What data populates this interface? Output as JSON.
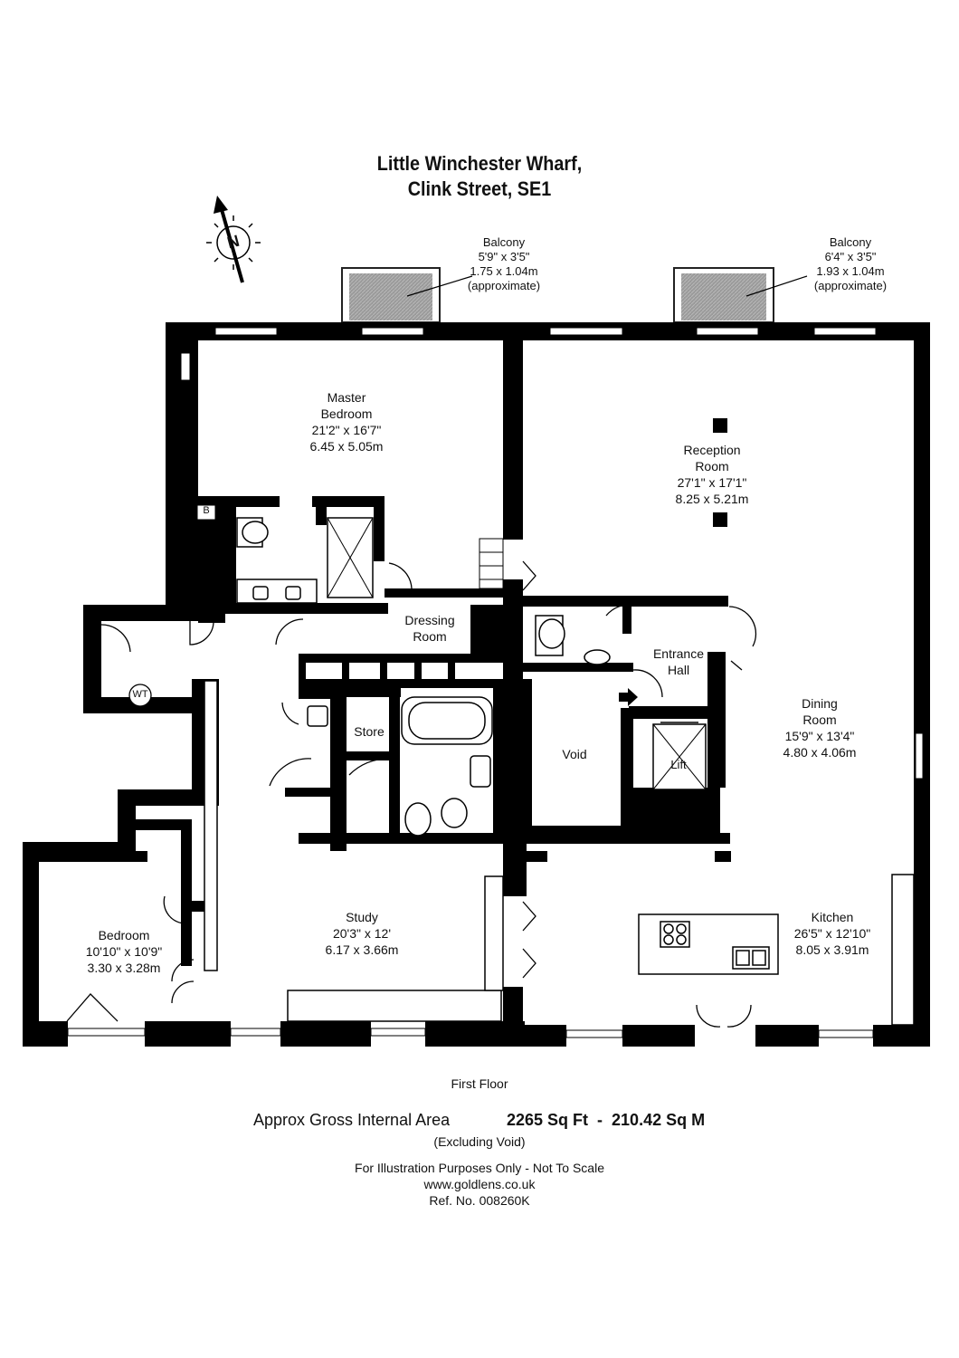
{
  "title": {
    "line1": "Little Winchester Wharf,",
    "line2": "Clink Street, SE1"
  },
  "compass": {
    "letter": "N",
    "icon": "north-arrow-icon"
  },
  "balconies": [
    {
      "name": "Balcony",
      "imperial": "5'9\" x 3'5\"",
      "metric": "1.75 x 1.04m",
      "note": "(approximate)"
    },
    {
      "name": "Balcony",
      "imperial": "6'4\" x 3'5\"",
      "metric": "1.93 x 1.04m",
      "note": "(approximate)"
    }
  ],
  "rooms": {
    "master_bedroom": {
      "name1": "Master",
      "name2": "Bedroom",
      "imperial": "21'2\" x 16'7\"",
      "metric": "6.45 x 5.05m"
    },
    "reception_room": {
      "name1": "Reception",
      "name2": "Room",
      "imperial": "27'1\" x 17'1\"",
      "metric": "8.25 x 5.21m"
    },
    "dining_room": {
      "name1": "Dining",
      "name2": "Room",
      "imperial": "15'9\" x 13'4\"",
      "metric": "4.80 x 4.06m"
    },
    "kitchen": {
      "name": "Kitchen",
      "imperial": "26'5\" x 12'10\"",
      "metric": "8.05 x 3.91m"
    },
    "study": {
      "name": "Study",
      "imperial": "20'3\" x 12'",
      "metric": "6.17 x 3.66m"
    },
    "bedroom": {
      "name": "Bedroom",
      "imperial": "10'10\" x 10'9\"",
      "metric": "3.30 x 3.28m"
    },
    "dressing_room": {
      "name1": "Dressing",
      "name2": "Room"
    },
    "entrance_hall": {
      "name1": "Entrance",
      "name2": "Hall"
    },
    "store": {
      "name": "Store"
    },
    "void": {
      "name": "Void"
    },
    "lift": {
      "name": "Lift"
    },
    "wc": {
      "name": "WT"
    },
    "boiler": {
      "name": "B"
    }
  },
  "footer": {
    "floor": "First Floor",
    "area_label": "Approx Gross Internal Area",
    "area_value": "2265 Sq Ft  -  210.42 Sq M",
    "area_note": "(Excluding Void)",
    "disclaimer": "For Illustration Purposes Only - Not To Scale",
    "website": "www.goldlens.co.uk",
    "ref": "Ref. No. 008260K"
  }
}
